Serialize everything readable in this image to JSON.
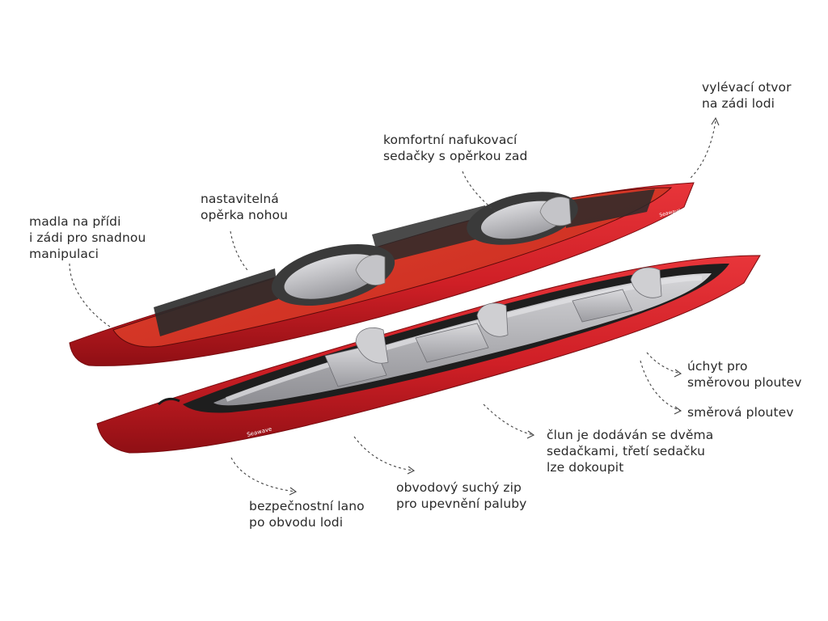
{
  "callouts": {
    "rear_drain": [
      "vylévací otvor",
      "na zádi lodi"
    ],
    "seats": [
      "komfortní nafukovací",
      "sedačky s opěrkou zad"
    ],
    "footrest": [
      "nastavitelná",
      "opěrka nohou"
    ],
    "handles": [
      "madla na přídi",
      "i zádi pro snadnou",
      "manipulaci"
    ],
    "fin_mount": [
      "úchyt pro",
      "směrovou ploutev"
    ],
    "fin": [
      "směrová ploutev"
    ],
    "third_seat": [
      "člun je dodáván se dvěma",
      "sedačkami, třetí sedačku",
      "lze dokoupit"
    ],
    "zip": [
      "obvodový suchý zip",
      "pro upevnění paluby"
    ],
    "rope": [
      "bezpečnostní lano",
      "po obvodu lodi"
    ]
  },
  "brand_marks": [
    "Seawave",
    "Seawave"
  ],
  "colors": {
    "hull_red": "#d8232a",
    "hull_dark": "#9e1116",
    "deck_black": "#222222",
    "seat_grey": "#b9b9bc",
    "text": "#2a2a2a"
  }
}
